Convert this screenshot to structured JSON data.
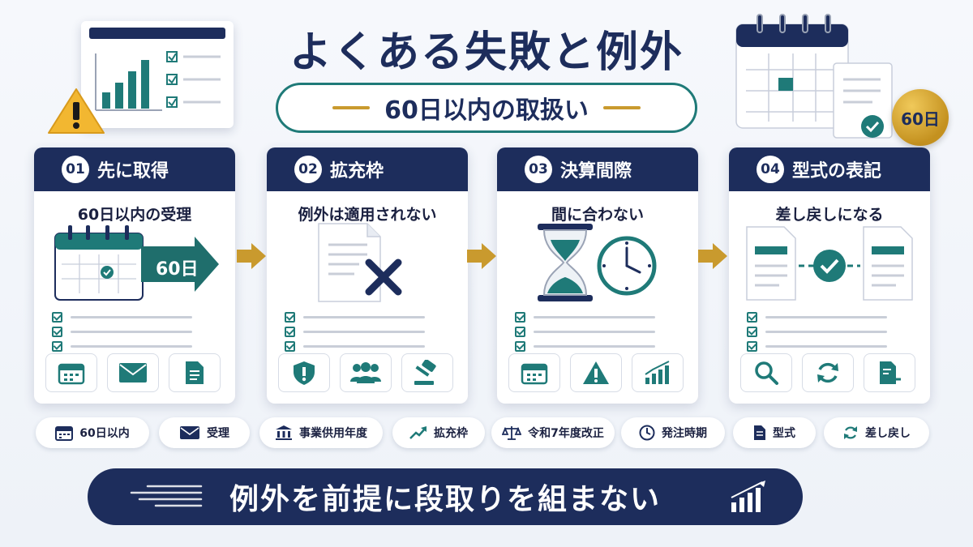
{
  "title": "よくある失敗と例外",
  "subtitle": "60日以内の取扱い",
  "badge": "60日",
  "cards": [
    {
      "num": "01",
      "title": "先に取得",
      "subtitle": "60日以内の受理",
      "arrow_label": "60日",
      "icons": [
        "calendar-icon",
        "mail-icon",
        "document-icon"
      ]
    },
    {
      "num": "02",
      "title": "拡充枠",
      "subtitle": "例外は適用されない",
      "icons": [
        "shield-icon",
        "group-icon",
        "gavel-icon"
      ]
    },
    {
      "num": "03",
      "title": "決算間際",
      "subtitle": "間に合わない",
      "icons": [
        "calendar-icon",
        "warning-icon",
        "bar-chart-icon"
      ]
    },
    {
      "num": "04",
      "title": "型式の表記",
      "subtitle": "差し戻しになる",
      "icons": [
        "search-icon",
        "refresh-icon",
        "document-return-icon"
      ]
    }
  ],
  "tags": [
    {
      "label": "60日以内",
      "icon": "calendar-icon"
    },
    {
      "label": "受理",
      "icon": "mail-icon"
    },
    {
      "label": "事業供用年度",
      "icon": "building-icon"
    },
    {
      "label": "拡充枠",
      "icon": "trend-icon"
    },
    {
      "label": "令和7年度改正",
      "icon": "scale-icon"
    },
    {
      "label": "発注時期",
      "icon": "clock-icon"
    },
    {
      "label": "型式",
      "icon": "document-icon"
    },
    {
      "label": "差し戻し",
      "icon": "refresh-icon"
    }
  ],
  "banner": "例外を前提に段取りを組まない",
  "colors": {
    "navy": "#1d2d5c",
    "teal": "#1f7a78",
    "gold": "#c99a2e"
  }
}
